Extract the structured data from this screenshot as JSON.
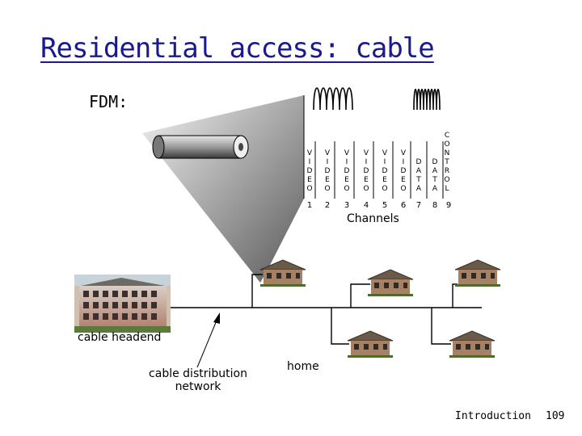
{
  "title": "Residential access: cable",
  "fdm_label": "FDM:",
  "channel_columns": [
    {
      "letters": [
        "V",
        "I",
        "D",
        "E",
        "O"
      ],
      "number": "1"
    },
    {
      "letters": [
        "V",
        "I",
        "D",
        "E",
        "O"
      ],
      "number": "2"
    },
    {
      "letters": [
        "V",
        "I",
        "D",
        "E",
        "O"
      ],
      "number": "3"
    },
    {
      "letters": [
        "V",
        "I",
        "D",
        "E",
        "O"
      ],
      "number": "4"
    },
    {
      "letters": [
        "V",
        "I",
        "D",
        "E",
        "O"
      ],
      "number": "5"
    },
    {
      "letters": [
        "V",
        "I",
        "D",
        "E",
        "O"
      ],
      "number": "6"
    },
    {
      "letters": [
        "D",
        "A",
        "T",
        "A"
      ],
      "number": "7"
    },
    {
      "letters": [
        "D",
        "A",
        "T",
        "A"
      ],
      "number": "8"
    },
    {
      "letters": [
        "C",
        "O",
        "N",
        "T",
        "R",
        "O",
        "L"
      ],
      "number": "9"
    }
  ],
  "channels_label": "Channels",
  "headend_label": "cable headend",
  "distribution_label_line1": "cable distribution",
  "distribution_label_line2": "network",
  "home_label": "home",
  "footer_left": "Introduction",
  "footer_page": "109"
}
